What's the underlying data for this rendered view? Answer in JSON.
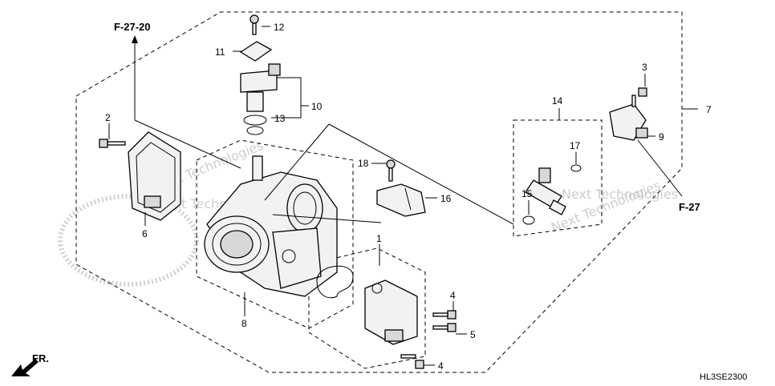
{
  "diagram": {
    "ref_top": "F-27-20",
    "ref_right": "F-27",
    "front_label": "FR.",
    "diagram_code": "HL3SE2300",
    "watermark": "Next Technologies",
    "parts": {
      "p1": "1",
      "p2": "2",
      "p3": "3",
      "p4a": "4",
      "p4b": "4",
      "p5": "5",
      "p6": "6",
      "p7": "7",
      "p8": "8",
      "p9": "9",
      "p10": "10",
      "p11": "11",
      "p12": "12",
      "p13": "13",
      "p14": "14",
      "p15": "15",
      "p16": "16",
      "p17": "17",
      "p18": "18"
    }
  }
}
